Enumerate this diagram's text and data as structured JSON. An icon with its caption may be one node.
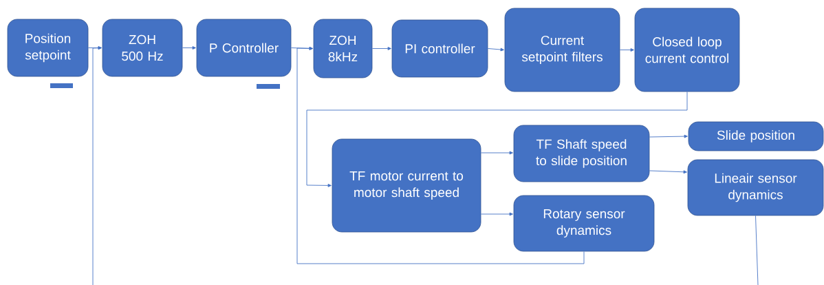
{
  "diagram": {
    "nodes": [
      {
        "text": [
          "Position setpoint"
        ]
      },
      {
        "text": [
          "ZOH 500 Hz"
        ]
      },
      {
        "text": [
          "P Controller"
        ]
      },
      {
        "text": [
          "ZOH 8kHz"
        ]
      },
      {
        "text": [
          "PI controller"
        ]
      },
      {
        "text": [
          "Current setpoint filters"
        ]
      },
      {
        "text": [
          "Closed loop current control"
        ]
      },
      {
        "text": [
          "TF motor current to motor shaft speed"
        ]
      },
      {
        "text": [
          "TF Shaft speed to slide position"
        ]
      },
      {
        "text": [
          "Slide position"
        ]
      },
      {
        "text": [
          "Lineair sensor dynamics"
        ]
      },
      {
        "text": [
          "Rotary sensor dynamics"
        ]
      }
    ],
    "edges": [
      {
        "from": 0,
        "to": 1,
        "arrow": "to"
      },
      {
        "from": 1,
        "to": 2,
        "arrow": "to"
      },
      {
        "from": 2,
        "to": 3,
        "arrow": "to"
      },
      {
        "from": 3,
        "to": 4,
        "arrow": "to"
      },
      {
        "from": 4,
        "to": 5,
        "arrow": "to"
      },
      {
        "from": 5,
        "to": 6,
        "arrow": "to"
      },
      {
        "from": 6,
        "to": 7,
        "arrow": "to"
      },
      {
        "from": 7,
        "to": 8,
        "arrow": "to"
      },
      {
        "from": 7,
        "to": 11,
        "arrow": "to"
      },
      {
        "from": 8,
        "to": 9,
        "arrow": "to"
      },
      {
        "from": 8,
        "to": 10,
        "arrow": "to"
      },
      {
        "from": 11,
        "to": 3,
        "arrow": "to"
      },
      {
        "from": 10,
        "to": null,
        "arrow": "none"
      },
      {
        "from": null,
        "to": 1,
        "arrow": "to"
      }
    ]
  }
}
